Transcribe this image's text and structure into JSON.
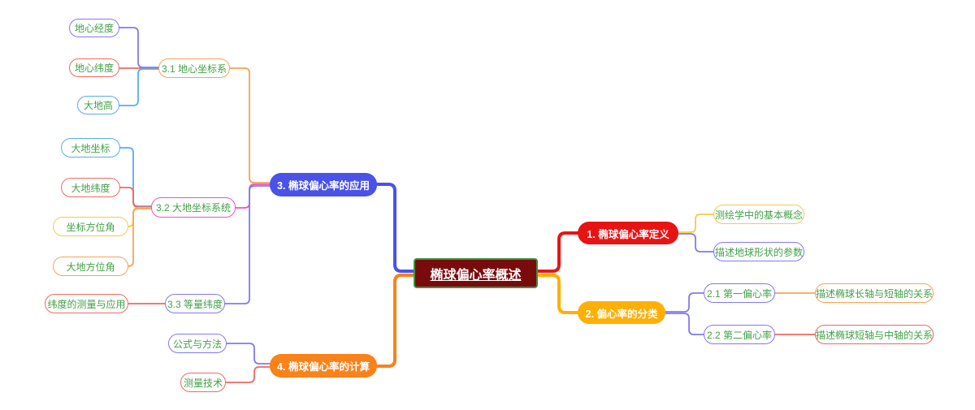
{
  "colors": {
    "root_background": "#7a0b0d",
    "root_border": "#3c9143",
    "branch_red": "#e81414",
    "branch_gold": "#ffaf05",
    "branch_blue": "#4a52e8",
    "branch_orange": "#f9821a",
    "sub_text_green": "#41a147",
    "sub_border_purple": "#8379f0",
    "sub_border_red": "#ee6a62",
    "sub_border_blue": "#58acf2",
    "sub_border_yellow": "#f7c94b",
    "sub_border_orange": "#f9a254",
    "sub_border_pink": "#ef4fd1"
  },
  "mindmap": {
    "root": {
      "label": "椭球偏心率概述"
    },
    "branches": [
      {
        "label": "1. 椭球偏心率定义",
        "color": "#e81414",
        "children": [
          {
            "label": "测绘学中的基本概念",
            "accent": "#f7c94b"
          },
          {
            "label": "描述地球形状的参数",
            "accent": "#8379f0"
          }
        ]
      },
      {
        "label": "2. 偏心率的分类",
        "color": "#ffaf05",
        "children": [
          {
            "label": "2.1 第一偏心率",
            "accent": "#8379f0",
            "children": [
              {
                "label": "描述椭球长轴与短轴的关系",
                "accent": "#f9a254"
              }
            ]
          },
          {
            "label": "2.2 第二偏心率",
            "accent": "#8379f0",
            "children": [
              {
                "label": "描述椭球短轴与中轴的关系",
                "accent": "#ee6a62"
              }
            ]
          }
        ]
      },
      {
        "label": "3. 椭球偏心率的应用",
        "color": "#4a52e8",
        "children": [
          {
            "label": "3.1 地心坐标系",
            "accent": "#f9a254",
            "children": [
              {
                "label": "地心经度",
                "accent": "#8379f0"
              },
              {
                "label": "地心纬度",
                "accent": "#ee6a62"
              },
              {
                "label": "大地高",
                "accent": "#58acf2"
              }
            ]
          },
          {
            "label": "3.2 大地坐标系统",
            "accent": "#ef4fd1",
            "children": [
              {
                "label": "大地坐标",
                "accent": "#58acf2"
              },
              {
                "label": "大地纬度",
                "accent": "#ee6a62"
              },
              {
                "label": "坐标方位角",
                "accent": "#f7c94b"
              },
              {
                "label": "大地方位角",
                "accent": "#f9a254"
              }
            ]
          },
          {
            "label": "3.3 等量纬度",
            "accent": "#8379f0",
            "children": [
              {
                "label": "纬度的测量与应用",
                "accent": "#ee6a62"
              }
            ]
          }
        ]
      },
      {
        "label": "4. 椭球偏心率的计算",
        "color": "#f9821a",
        "children": [
          {
            "label": "公式与方法",
            "accent": "#8379f0"
          },
          {
            "label": "测量技术",
            "accent": "#ee6a62"
          }
        ]
      }
    ]
  }
}
